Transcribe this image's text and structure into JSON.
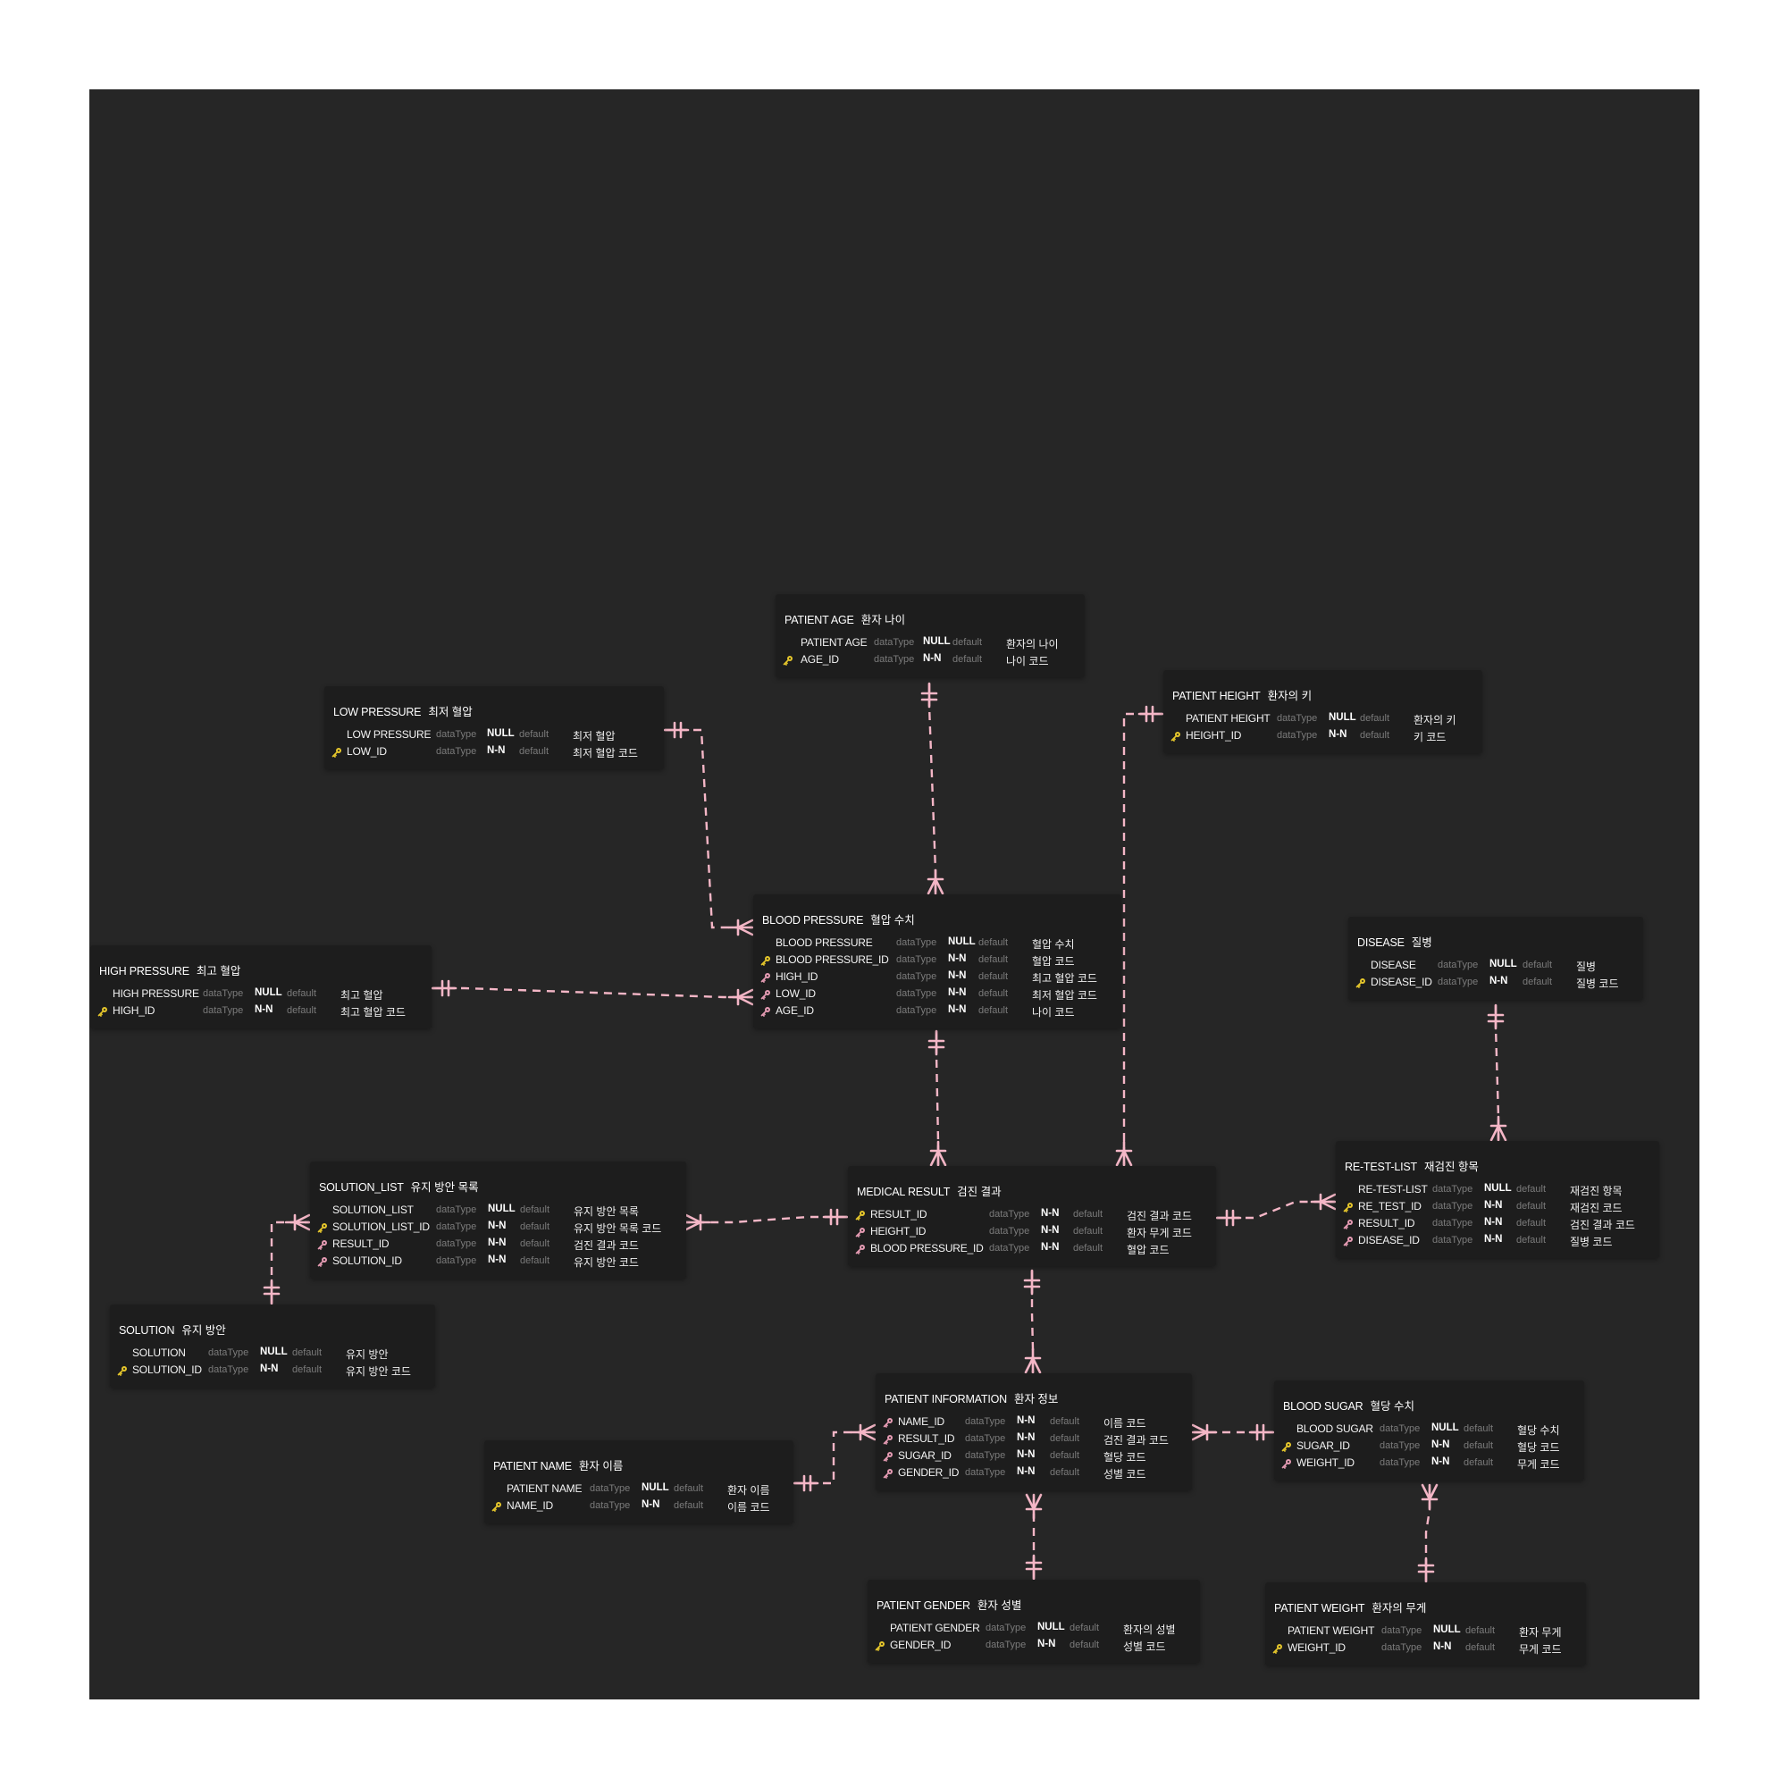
{
  "colors": {
    "canvas": "#262626",
    "table_bg": "#1d1d1d",
    "relation_line": "#f4b6c6",
    "primary_key": "#e5c62b",
    "foreign_key": "#e59bb3",
    "muted_text": "#7b7b7b"
  },
  "tables": {
    "patient_age": {
      "name": "PATIENT AGE",
      "comment": "환자 나이",
      "columns": [
        {
          "name": "PATIENT AGE",
          "type": "dataType",
          "nullable": "NULL",
          "default": "default",
          "comment": "환자의 나이",
          "key": ""
        },
        {
          "name": "AGE_ID",
          "type": "dataType",
          "nullable": "N-N",
          "default": "default",
          "comment": "나이 코드",
          "key": "pk"
        }
      ]
    },
    "low_pressure": {
      "name": "LOW PRESSURE",
      "comment": "최저 혈압",
      "columns": [
        {
          "name": "LOW PRESSURE",
          "type": "dataType",
          "nullable": "NULL",
          "default": "default",
          "comment": "최저 혈압",
          "key": ""
        },
        {
          "name": "LOW_ID",
          "type": "dataType",
          "nullable": "N-N",
          "default": "default",
          "comment": "최저 혈압 코드",
          "key": "pk"
        }
      ]
    },
    "patient_height": {
      "name": "PATIENT HEIGHT",
      "comment": "환자의 키",
      "columns": [
        {
          "name": "PATIENT HEIGHT",
          "type": "dataType",
          "nullable": "NULL",
          "default": "default",
          "comment": "환자의 키",
          "key": ""
        },
        {
          "name": "HEIGHT_ID",
          "type": "dataType",
          "nullable": "N-N",
          "default": "default",
          "comment": "키 코드",
          "key": "pk"
        }
      ]
    },
    "blood_pressure": {
      "name": "BLOOD PRESSURE",
      "comment": "혈압 수치",
      "columns": [
        {
          "name": "BLOOD PRESSURE",
          "type": "dataType",
          "nullable": "NULL",
          "default": "default",
          "comment": "혈압 수치",
          "key": ""
        },
        {
          "name": "BLOOD PRESSURE_ID",
          "type": "dataType",
          "nullable": "N-N",
          "default": "default",
          "comment": "혈압 코드",
          "key": "pk"
        },
        {
          "name": "HIGH_ID",
          "type": "dataType",
          "nullable": "N-N",
          "default": "default",
          "comment": "최고 혈압 코드",
          "key": "fk"
        },
        {
          "name": "LOW_ID",
          "type": "dataType",
          "nullable": "N-N",
          "default": "default",
          "comment": "최저 혈압 코드",
          "key": "fk"
        },
        {
          "name": "AGE_ID",
          "type": "dataType",
          "nullable": "N-N",
          "default": "default",
          "comment": "나이 코드",
          "key": "fk"
        }
      ]
    },
    "disease": {
      "name": "DISEASE",
      "comment": "질병",
      "columns": [
        {
          "name": "DISEASE",
          "type": "dataType",
          "nullable": "NULL",
          "default": "default",
          "comment": "질병",
          "key": ""
        },
        {
          "name": "DISEASE_ID",
          "type": "dataType",
          "nullable": "N-N",
          "default": "default",
          "comment": "질병 코드",
          "key": "pk"
        }
      ]
    },
    "high_pressure": {
      "name": "HIGH PRESSURE",
      "comment": "최고 혈압",
      "columns": [
        {
          "name": "HIGH PRESSURE",
          "type": "dataType",
          "nullable": "NULL",
          "default": "default",
          "comment": "최고 혈압",
          "key": ""
        },
        {
          "name": "HIGH_ID",
          "type": "dataType",
          "nullable": "N-N",
          "default": "default",
          "comment": "최고 혈압 코드",
          "key": "pk"
        }
      ]
    },
    "re_test_list": {
      "name": "RE-TEST-LIST",
      "comment": "재검진 항목",
      "columns": [
        {
          "name": "RE-TEST-LIST",
          "type": "dataType",
          "nullable": "NULL",
          "default": "default",
          "comment": "재검진 항목",
          "key": ""
        },
        {
          "name": "RE_TEST_ID",
          "type": "dataType",
          "nullable": "N-N",
          "default": "default",
          "comment": "재검진 코드",
          "key": "pk"
        },
        {
          "name": "RESULT_ID",
          "type": "dataType",
          "nullable": "N-N",
          "default": "default",
          "comment": "검진 결과 코드",
          "key": "fk"
        },
        {
          "name": "DISEASE_ID",
          "type": "dataType",
          "nullable": "N-N",
          "default": "default",
          "comment": "질병 코드",
          "key": "fk"
        }
      ]
    },
    "solution_list": {
      "name": "SOLUTION_LIST",
      "comment": "유지 방안 목록",
      "columns": [
        {
          "name": "SOLUTION_LIST",
          "type": "dataType",
          "nullable": "NULL",
          "default": "default",
          "comment": "유지 방안 목록",
          "key": ""
        },
        {
          "name": "SOLUTION_LIST_ID",
          "type": "dataType",
          "nullable": "N-N",
          "default": "default",
          "comment": "유지 방안 목록 코드",
          "key": "pk"
        },
        {
          "name": "RESULT_ID",
          "type": "dataType",
          "nullable": "N-N",
          "default": "default",
          "comment": "검진 결과 코드",
          "key": "fk"
        },
        {
          "name": "SOLUTION_ID",
          "type": "dataType",
          "nullable": "N-N",
          "default": "default",
          "comment": "유지 방안 코드",
          "key": "fk"
        }
      ]
    },
    "medical_result": {
      "name": "MEDICAL RESULT",
      "comment": "검진 결과",
      "columns": [
        {
          "name": "RESULT_ID",
          "type": "dataType",
          "nullable": "N-N",
          "default": "default",
          "comment": "검진 결과 코드",
          "key": "pk"
        },
        {
          "name": "HEIGHT_ID",
          "type": "dataType",
          "nullable": "N-N",
          "default": "default",
          "comment": "환자 무게 코드",
          "key": "fk"
        },
        {
          "name": "BLOOD PRESSURE_ID",
          "type": "dataType",
          "nullable": "N-N",
          "default": "default",
          "comment": "혈압 코드",
          "key": "fk"
        }
      ]
    },
    "solution": {
      "name": "SOLUTION",
      "comment": "유지 방안",
      "columns": [
        {
          "name": "SOLUTION",
          "type": "dataType",
          "nullable": "NULL",
          "default": "default",
          "comment": "유지 방안",
          "key": ""
        },
        {
          "name": "SOLUTION_ID",
          "type": "dataType",
          "nullable": "N-N",
          "default": "default",
          "comment": "유지 방안 코드",
          "key": "pk"
        }
      ]
    },
    "patient_information": {
      "name": "PATIENT INFORMATION",
      "comment": "환자 정보",
      "columns": [
        {
          "name": "NAME_ID",
          "type": "dataType",
          "nullable": "N-N",
          "default": "default",
          "comment": "이름 코드",
          "key": "fk"
        },
        {
          "name": "RESULT_ID",
          "type": "dataType",
          "nullable": "N-N",
          "default": "default",
          "comment": "검진 결과 코드",
          "key": "fk"
        },
        {
          "name": "SUGAR_ID",
          "type": "dataType",
          "nullable": "N-N",
          "default": "default",
          "comment": "혈당 코드",
          "key": "fk"
        },
        {
          "name": "GENDER_ID",
          "type": "dataType",
          "nullable": "N-N",
          "default": "default",
          "comment": "성별 코드",
          "key": "fk"
        }
      ]
    },
    "blood_sugar": {
      "name": "BLOOD SUGAR",
      "comment": "혈당 수치",
      "columns": [
        {
          "name": "BLOOD SUGAR",
          "type": "dataType",
          "nullable": "NULL",
          "default": "default",
          "comment": "혈당 수치",
          "key": ""
        },
        {
          "name": "SUGAR_ID",
          "type": "dataType",
          "nullable": "N-N",
          "default": "default",
          "comment": "혈당 코드",
          "key": "pk"
        },
        {
          "name": "WEIGHT_ID",
          "type": "dataType",
          "nullable": "N-N",
          "default": "default",
          "comment": "무게 코드",
          "key": "fk"
        }
      ]
    },
    "patient_name": {
      "name": "PATIENT NAME",
      "comment": "환자 이름",
      "columns": [
        {
          "name": "PATIENT NAME",
          "type": "dataType",
          "nullable": "NULL",
          "default": "default",
          "comment": "환자 이름",
          "key": ""
        },
        {
          "name": "NAME_ID",
          "type": "dataType",
          "nullable": "N-N",
          "default": "default",
          "comment": "이름 코드",
          "key": "pk"
        }
      ]
    },
    "patient_gender": {
      "name": "PATIENT GENDER",
      "comment": "환자 성별",
      "columns": [
        {
          "name": "PATIENT GENDER",
          "type": "dataType",
          "nullable": "NULL",
          "default": "default",
          "comment": "환자의 성별",
          "key": ""
        },
        {
          "name": "GENDER_ID",
          "type": "dataType",
          "nullable": "N-N",
          "default": "default",
          "comment": "성별 코드",
          "key": "pk"
        }
      ]
    },
    "patient_weight": {
      "name": "PATIENT WEIGHT",
      "comment": "환자의 무게",
      "columns": [
        {
          "name": "PATIENT WEIGHT",
          "type": "dataType",
          "nullable": "NULL",
          "default": "default",
          "comment": "환자 무게",
          "key": ""
        },
        {
          "name": "WEIGHT_ID",
          "type": "dataType",
          "nullable": "N-N",
          "default": "default",
          "comment": "무게 코드",
          "key": "pk"
        }
      ]
    }
  },
  "relationships": [
    {
      "from": "patient_age",
      "to": "blood_pressure",
      "from_end": "one",
      "to_end": "many"
    },
    {
      "from": "low_pressure",
      "to": "blood_pressure",
      "from_end": "one",
      "to_end": "many"
    },
    {
      "from": "high_pressure",
      "to": "blood_pressure",
      "from_end": "one",
      "to_end": "many"
    },
    {
      "from": "blood_pressure",
      "to": "medical_result",
      "from_end": "one",
      "to_end": "many"
    },
    {
      "from": "patient_height",
      "to": "medical_result",
      "from_end": "one",
      "to_end": "many"
    },
    {
      "from": "disease",
      "to": "re_test_list",
      "from_end": "one",
      "to_end": "many"
    },
    {
      "from": "medical_result",
      "to": "re_test_list",
      "from_end": "one",
      "to_end": "many"
    },
    {
      "from": "medical_result",
      "to": "solution_list",
      "from_end": "one",
      "to_end": "many"
    },
    {
      "from": "solution",
      "to": "solution_list",
      "from_end": "one",
      "to_end": "many"
    },
    {
      "from": "medical_result",
      "to": "patient_information",
      "from_end": "one",
      "to_end": "many"
    },
    {
      "from": "patient_name",
      "to": "patient_information",
      "from_end": "one",
      "to_end": "many"
    },
    {
      "from": "blood_sugar",
      "to": "patient_information",
      "from_end": "one",
      "to_end": "many"
    },
    {
      "from": "patient_gender",
      "to": "patient_information",
      "from_end": "one",
      "to_end": "many"
    },
    {
      "from": "patient_weight",
      "to": "blood_sugar",
      "from_end": "one",
      "to_end": "many"
    }
  ]
}
